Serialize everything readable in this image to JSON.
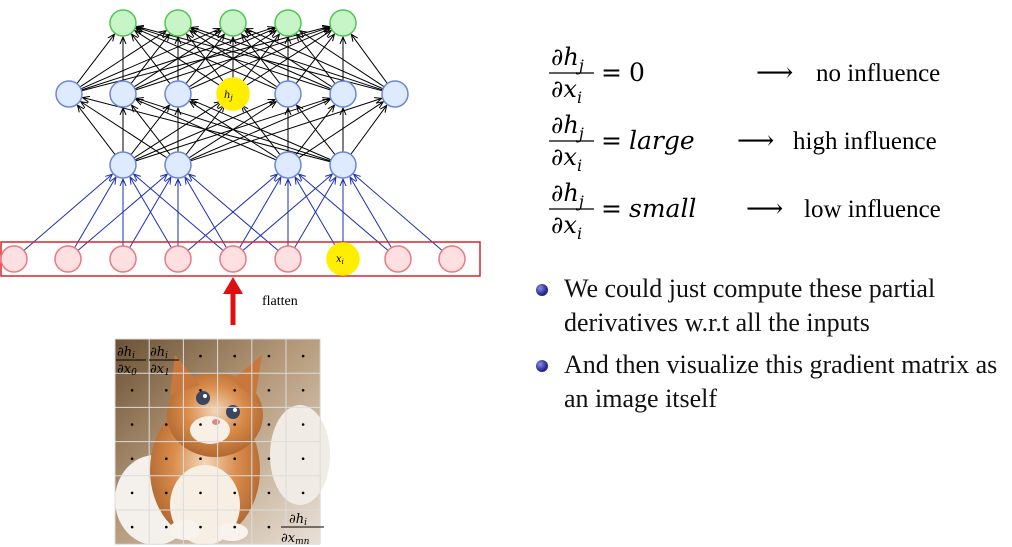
{
  "labels": {
    "output_node": "h",
    "output_node_sub": "j",
    "input_node": "x",
    "input_node_sub": "i",
    "flatten": "flatten"
  },
  "equations": [
    {
      "result": "0",
      "result_italic": false,
      "arrow": "⟶",
      "effect": "no influence"
    },
    {
      "result": "large",
      "result_italic": true,
      "arrow": "⟶",
      "effect": "high influence"
    },
    {
      "result": "small",
      "result_italic": true,
      "arrow": "⟶",
      "effect": "low influence"
    }
  ],
  "partial": {
    "partial_symbol": "∂",
    "num_var": "h",
    "num_sub": "j",
    "den_var": "x",
    "den_sub": "i",
    "eq": "="
  },
  "image_labels": {
    "first_num": "∂h",
    "first_num_sub": "i",
    "first_den": "∂x",
    "first_den_sub": "0",
    "second_num": "∂h",
    "second_num_sub": "i",
    "second_den": "∂x",
    "second_den_sub": "1",
    "last_num": "∂h",
    "last_num_sub": "i",
    "last_den": "∂x",
    "last_den_sub": "mn"
  },
  "bullets": [
    "We could just compute these partial derivatives w.r.t all the inputs",
    "And then visualize this gradient matrix as an image itself"
  ],
  "colors": {
    "top_layer_fill": "#c8f5c8",
    "top_layer_stroke": "#52c452",
    "hidden_fill": "#ddeaff",
    "hidden_stroke": "#6c86d8",
    "input_fill": "#ffe0e2",
    "input_stroke": "#ea7a80",
    "highlight_fill": "#ffee00",
    "input_box_stroke": "#d8252e",
    "blue_edge": "#1a2fb4",
    "arrow_red": "#e01010"
  }
}
